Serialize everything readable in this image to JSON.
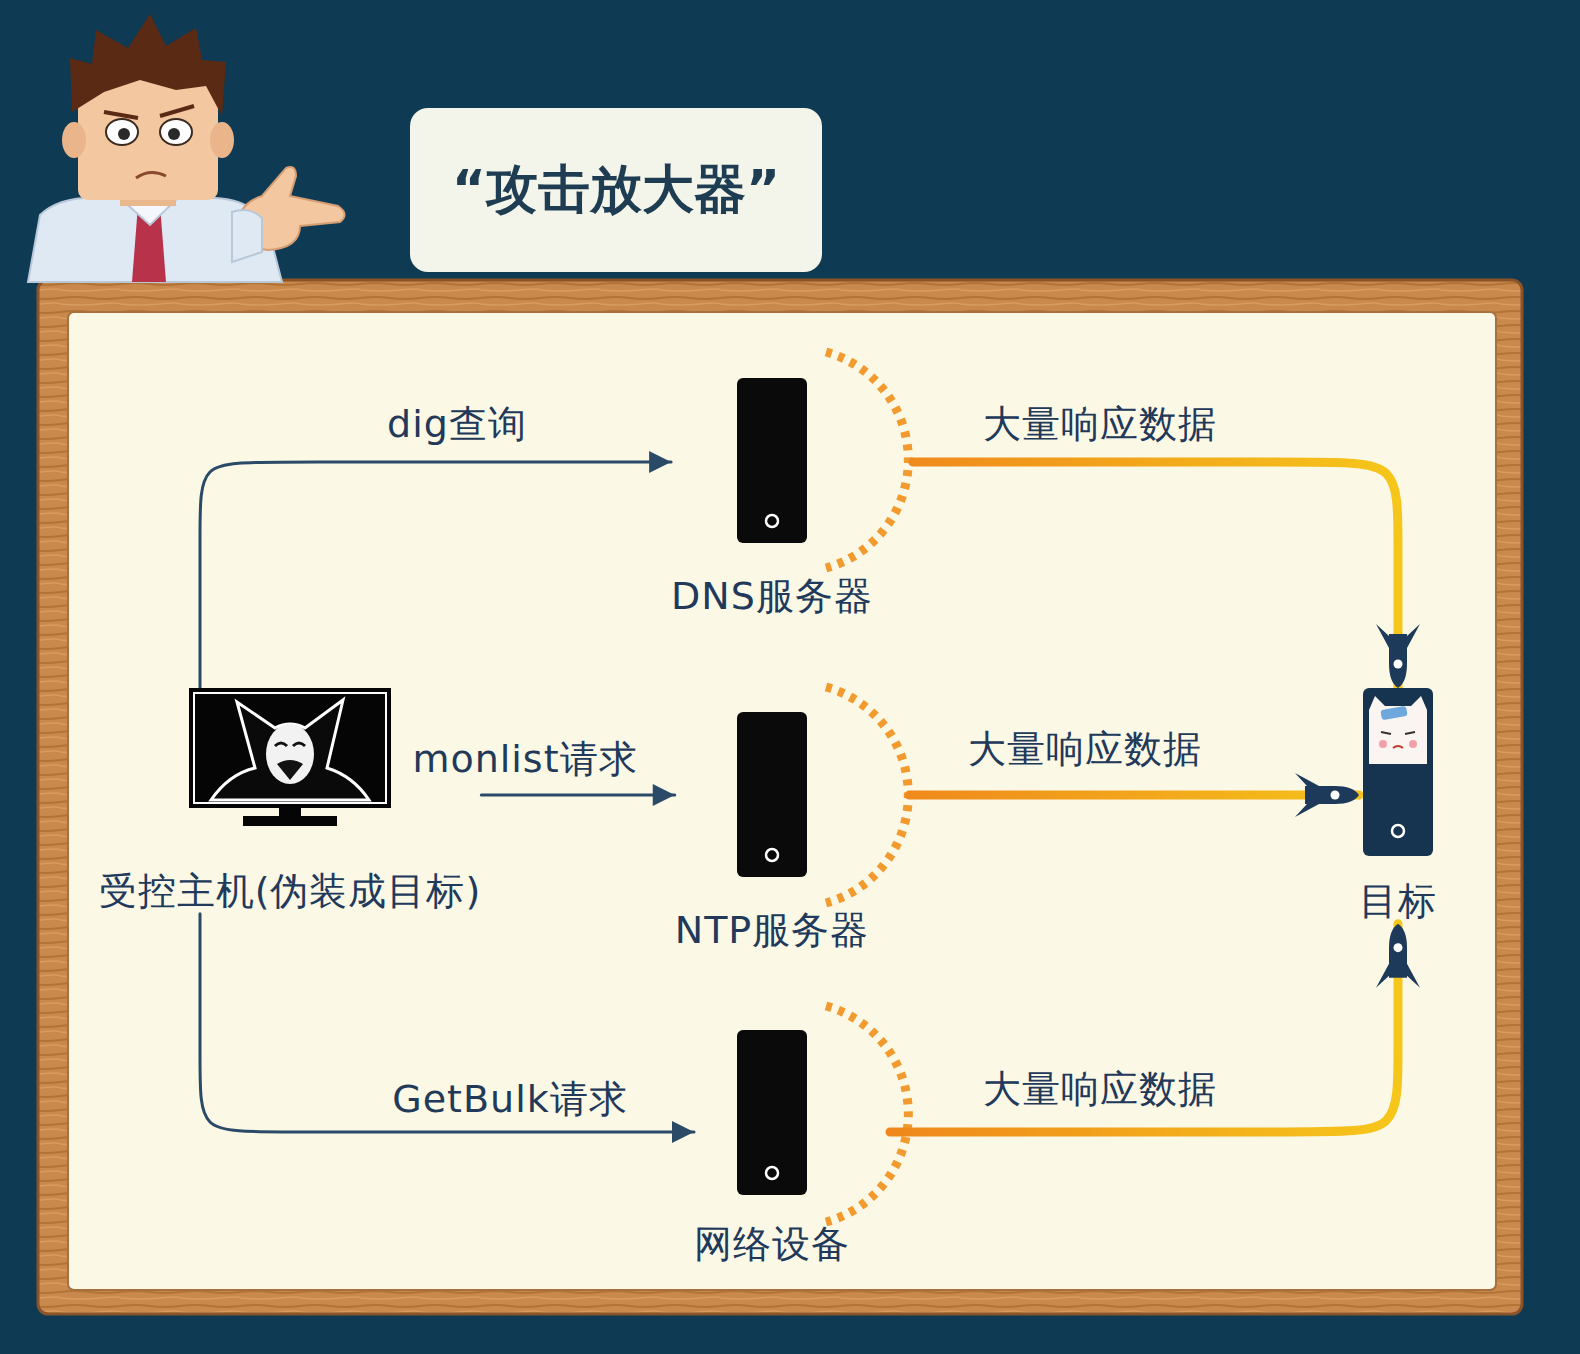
{
  "diagram": {
    "title": "“攻击放大器”",
    "nodes": [
      {
        "text": [
          "受控主机(伪装成目标)"
        ]
      },
      {
        "text": [
          "DNS服务器"
        ]
      },
      {
        "text": [
          "NTP服务器"
        ]
      },
      {
        "text": [
          "网络设备"
        ]
      },
      {
        "text": [
          "目标"
        ]
      }
    ],
    "edges": [
      {
        "from": 0,
        "to": 1,
        "label": "dig查询",
        "arrow": "to"
      },
      {
        "from": 0,
        "to": 2,
        "label": "monlist请求",
        "arrow": "to"
      },
      {
        "from": 0,
        "to": 3,
        "label": "GetBulk请求",
        "arrow": "to"
      },
      {
        "from": 1,
        "to": 4,
        "label": "大量响应数据",
        "arrow": "to"
      },
      {
        "from": 2,
        "to": 4,
        "label": "大量响应数据",
        "arrow": "to"
      },
      {
        "from": 3,
        "to": 4,
        "label": "大量响应数据",
        "arrow": "to"
      }
    ]
  }
}
